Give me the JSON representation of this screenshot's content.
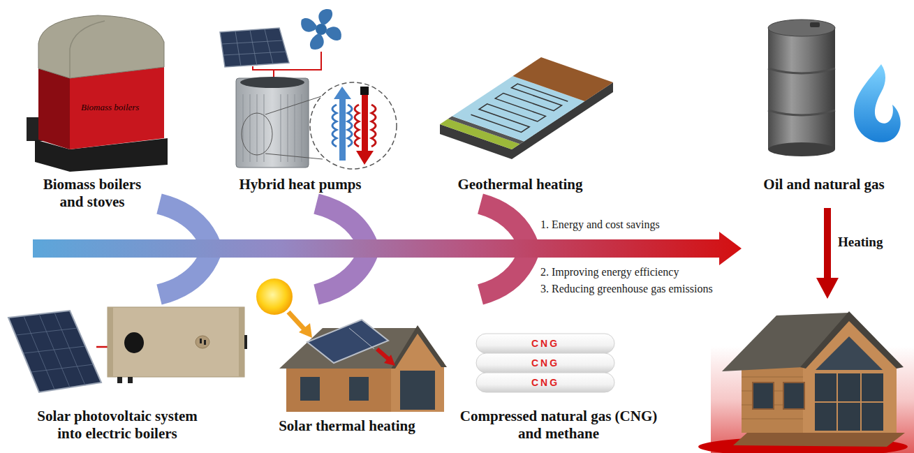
{
  "diagram": {
    "nodes": [
      {
        "text": [
          "Biomass boilers and stoves"
        ]
      },
      {
        "text": [
          "Hybrid heat pumps"
        ]
      },
      {
        "text": [
          "Geothermal heating"
        ]
      },
      {
        "text": [
          "Oil and natural gas"
        ]
      },
      {
        "text": [
          "Solar photovoltaic system into electric boilers"
        ]
      },
      {
        "text": [
          "Solar thermal heating"
        ]
      },
      {
        "text": [
          "Compressed natural gas (CNG) and methane"
        ]
      }
    ],
    "labels": [
      "Biomass boilers",
      "1. Energy and cost savings",
      "2. Improving energy efficiency",
      "3. Reducing greenhouse gas emissions",
      "Heating",
      "CNG",
      "CNG",
      "CNG"
    ]
  }
}
